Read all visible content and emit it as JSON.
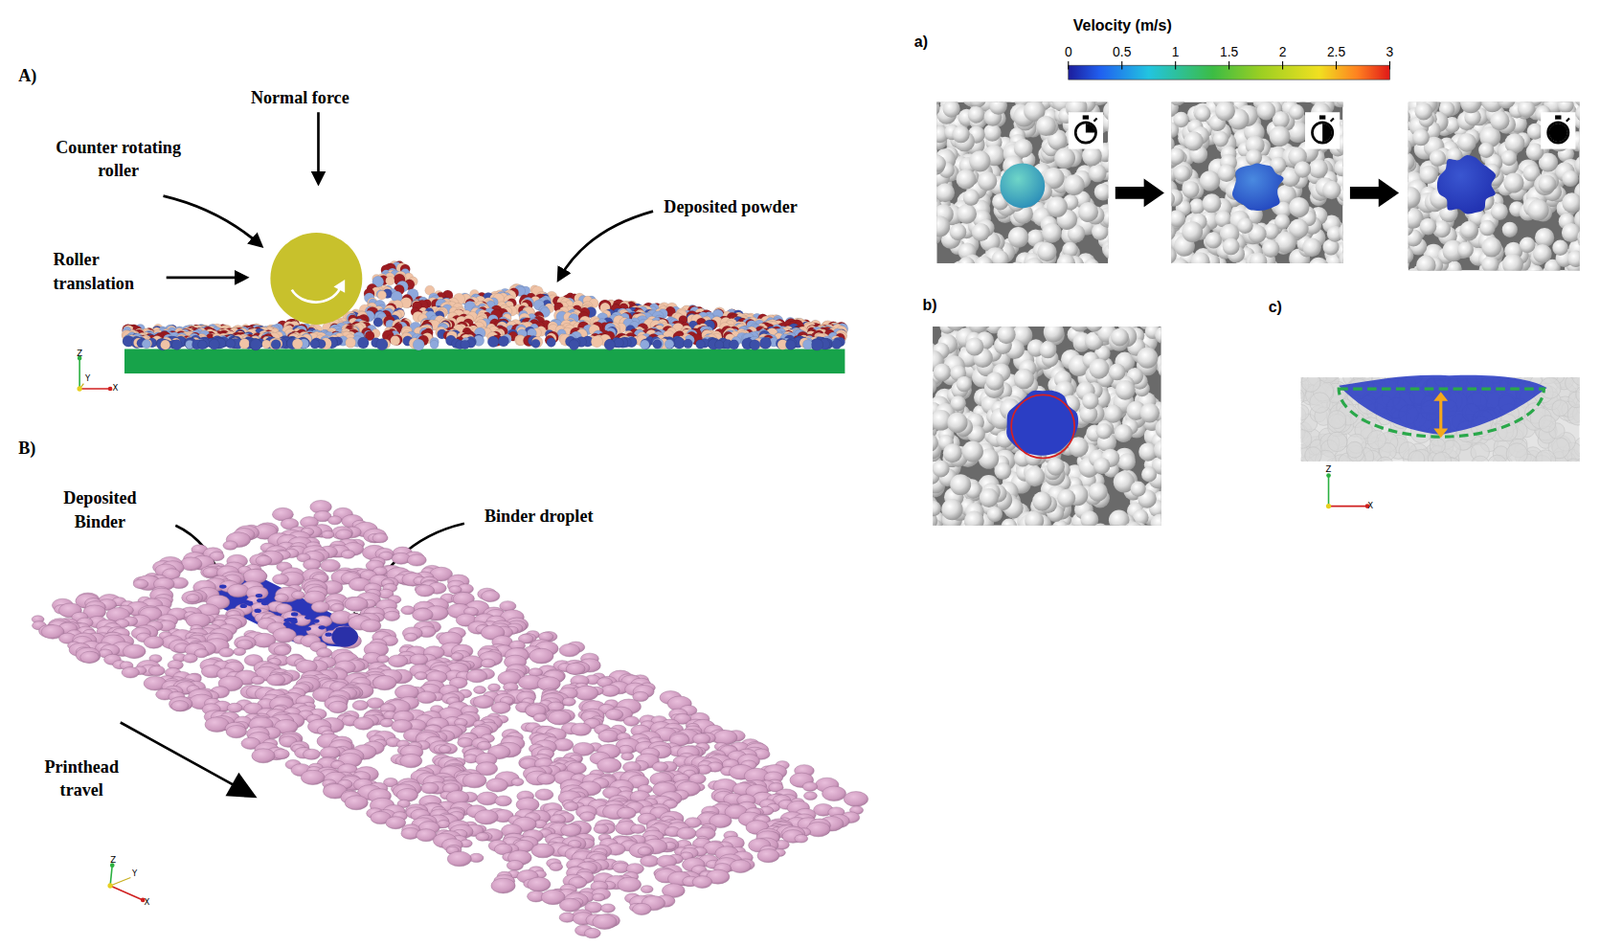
{
  "diagram": {
    "labels": [
      "A)",
      "Normal force",
      "Counter rotating roller",
      "Roller translation",
      "Deposited powder",
      "Z",
      "Y",
      "X",
      "B)",
      "Deposited Binder",
      "Binder droplet",
      "Printhead travel",
      "Z",
      "Y",
      "X",
      "a)",
      "Velocity (m/s)",
      "0",
      "0.5",
      "1",
      "1.5",
      "2",
      "2.5",
      "3",
      "b)",
      "c)",
      "Z",
      "X"
    ]
  }
}
